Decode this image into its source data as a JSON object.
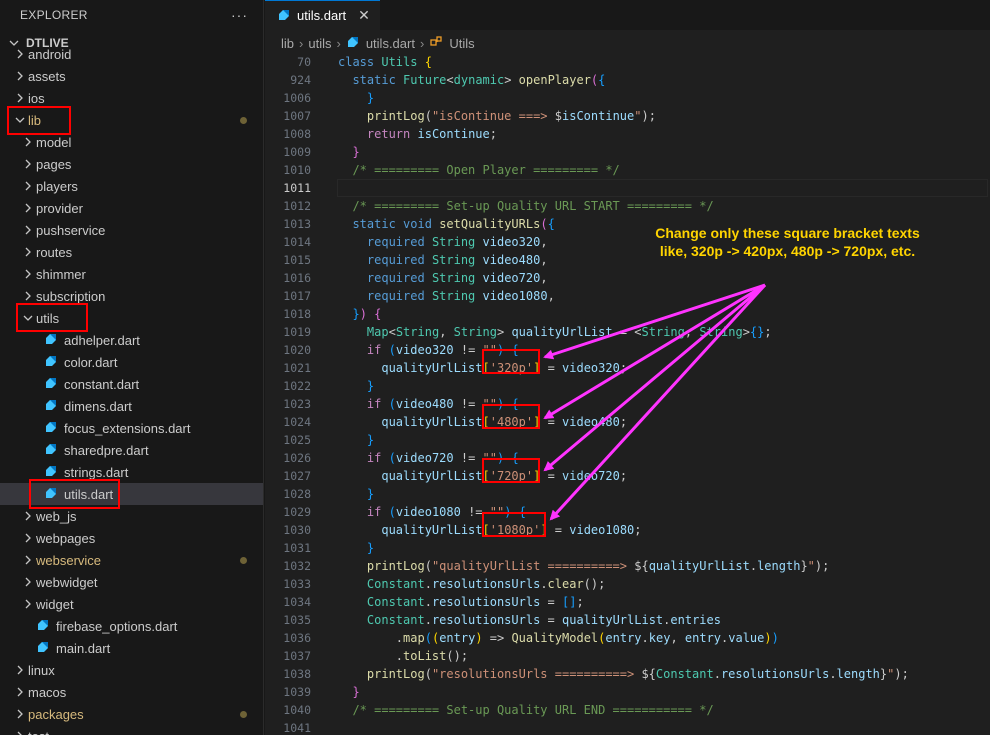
{
  "sidebar": {
    "title": "EXPLORER",
    "more": "···",
    "project": "DTLIVE",
    "items": [
      {
        "label": "android",
        "indent": 1,
        "type": "folder",
        "open": false
      },
      {
        "label": "assets",
        "indent": 1,
        "type": "folder",
        "open": false
      },
      {
        "label": "ios",
        "indent": 1,
        "type": "folder",
        "open": false
      },
      {
        "label": "lib",
        "indent": 1,
        "type": "folder",
        "open": true,
        "modified": true,
        "dot": true
      },
      {
        "label": "model",
        "indent": 2,
        "type": "folder",
        "open": false
      },
      {
        "label": "pages",
        "indent": 2,
        "type": "folder",
        "open": false
      },
      {
        "label": "players",
        "indent": 2,
        "type": "folder",
        "open": false
      },
      {
        "label": "provider",
        "indent": 2,
        "type": "folder",
        "open": false
      },
      {
        "label": "pushservice",
        "indent": 2,
        "type": "folder",
        "open": false
      },
      {
        "label": "routes",
        "indent": 2,
        "type": "folder",
        "open": false
      },
      {
        "label": "shimmer",
        "indent": 2,
        "type": "folder",
        "open": false
      },
      {
        "label": "subscription",
        "indent": 2,
        "type": "folder",
        "open": false
      },
      {
        "label": "utils",
        "indent": 2,
        "type": "folder",
        "open": true
      },
      {
        "label": "adhelper.dart",
        "indent": 3,
        "type": "dart"
      },
      {
        "label": "color.dart",
        "indent": 3,
        "type": "dart"
      },
      {
        "label": "constant.dart",
        "indent": 3,
        "type": "dart"
      },
      {
        "label": "dimens.dart",
        "indent": 3,
        "type": "dart"
      },
      {
        "label": "focus_extensions.dart",
        "indent": 3,
        "type": "dart"
      },
      {
        "label": "sharedpre.dart",
        "indent": 3,
        "type": "dart"
      },
      {
        "label": "strings.dart",
        "indent": 3,
        "type": "dart"
      },
      {
        "label": "utils.dart",
        "indent": 3,
        "type": "dart",
        "selected": true
      },
      {
        "label": "web_js",
        "indent": 2,
        "type": "folder",
        "open": false
      },
      {
        "label": "webpages",
        "indent": 2,
        "type": "folder",
        "open": false
      },
      {
        "label": "webservice",
        "indent": 2,
        "type": "folder",
        "open": false,
        "modified": true,
        "dot": true
      },
      {
        "label": "webwidget",
        "indent": 2,
        "type": "folder",
        "open": false
      },
      {
        "label": "widget",
        "indent": 2,
        "type": "folder",
        "open": false
      },
      {
        "label": "firebase_options.dart",
        "indent": 2,
        "type": "dart"
      },
      {
        "label": "main.dart",
        "indent": 2,
        "type": "dart"
      },
      {
        "label": "linux",
        "indent": 1,
        "type": "folder",
        "open": false
      },
      {
        "label": "macos",
        "indent": 1,
        "type": "folder",
        "open": false
      },
      {
        "label": "packages",
        "indent": 1,
        "type": "folder",
        "open": false,
        "modified": true,
        "dot": true
      },
      {
        "label": "test",
        "indent": 1,
        "type": "folder",
        "open": false
      }
    ]
  },
  "editor": {
    "tab": {
      "label": "utils.dart",
      "close": "✕"
    },
    "breadcrumb": [
      "lib",
      "utils",
      "utils.dart",
      "Utils"
    ],
    "sticky": [
      {
        "n": "70",
        "code": "<span class='kw'>class</span> <span class='ty'>Utils</span> <span class='br3'>{</span>"
      },
      {
        "n": "924",
        "code": "  <span class='kw'>static</span> <span class='ty'>Future</span>&lt;<span class='ty'>dynamic</span>&gt; <span class='fn'>openPlayer</span><span class='br'>(</span><span class='br2'>{</span>"
      }
    ],
    "lines": [
      {
        "n": "1006",
        "code": "    <span class='br2'>}</span>"
      },
      {
        "n": "1007",
        "code": "    <span class='fn'>printLog</span>(<span class='st'>\"isContinue ===&gt; </span>$<span class='va'>isContinue</span><span class='st'>\"</span>);"
      },
      {
        "n": "1008",
        "code": "    <span class='kw2'>return</span> <span class='va'>isContinue</span>;"
      },
      {
        "n": "1009",
        "code": "  <span class='br'>}</span>"
      },
      {
        "n": "1010",
        "code": "  <span class='cm'>/* ========= Open Player ========= */</span>"
      },
      {
        "n": "1011",
        "code": "",
        "current": true
      },
      {
        "n": "1012",
        "code": "  <span class='cm'>/* ========= Set-up Quality URL START ========= */</span>"
      },
      {
        "n": "1013",
        "code": "  <span class='kw'>static</span> <span class='kw'>void</span> <span class='fn'>setQualityURLs</span><span class='br'>(</span><span class='br2'>{</span>"
      },
      {
        "n": "1014",
        "code": "    <span class='kw'>required</span> <span class='ty'>String</span> <span class='va'>video320</span>,"
      },
      {
        "n": "1015",
        "code": "    <span class='kw'>required</span> <span class='ty'>String</span> <span class='va'>video480</span>,"
      },
      {
        "n": "1016",
        "code": "    <span class='kw'>required</span> <span class='ty'>String</span> <span class='va'>video720</span>,"
      },
      {
        "n": "1017",
        "code": "    <span class='kw'>required</span> <span class='ty'>String</span> <span class='va'>video1080</span>,"
      },
      {
        "n": "1018",
        "code": "  <span class='br2'>}</span><span class='br'>)</span> <span class='br'>{</span>"
      },
      {
        "n": "1019",
        "code": "    <span class='ty'>Map</span>&lt;<span class='ty'>String</span>, <span class='ty'>String</span>&gt; <span class='va'>qualityUrlList</span> = &lt;<span class='ty'>String</span>, <span class='ty'>String</span>&gt;<span class='br2'>{}</span>;"
      },
      {
        "n": "1020",
        "code": "    <span class='kw2'>if</span> <span class='br2'>(</span><span class='va'>video320</span> != <span class='st'>\"\"</span><span class='br2'>)</span> <span class='br2'>{</span>"
      },
      {
        "n": "1021",
        "code": "      <span class='va'>qualityUrlList</span><span class='br3'>[</span><span class='st'>'320p'</span><span class='br3'>]</span> = <span class='va'>video320</span>;"
      },
      {
        "n": "1022",
        "code": "    <span class='br2'>}</span>"
      },
      {
        "n": "1023",
        "code": "    <span class='kw2'>if</span> <span class='br2'>(</span><span class='va'>video480</span> != <span class='st'>\"\"</span><span class='br2'>)</span> <span class='br2'>{</span>"
      },
      {
        "n": "1024",
        "code": "      <span class='va'>qualityUrlList</span><span class='br3'>[</span><span class='st'>'480p'</span><span class='br3'>]</span> = <span class='va'>video480</span>;"
      },
      {
        "n": "1025",
        "code": "    <span class='br2'>}</span>"
      },
      {
        "n": "1026",
        "code": "    <span class='kw2'>if</span> <span class='br2'>(</span><span class='va'>video720</span> != <span class='st'>\"\"</span><span class='br2'>)</span> <span class='br2'>{</span>"
      },
      {
        "n": "1027",
        "code": "      <span class='va'>qualityUrlList</span><span class='br3'>[</span><span class='st'>'720p'</span><span class='br3'>]</span> = <span class='va'>video720</span>;"
      },
      {
        "n": "1028",
        "code": "    <span class='br2'>}</span>"
      },
      {
        "n": "1029",
        "code": "    <span class='kw2'>if</span> <span class='br2'>(</span><span class='va'>video1080</span> != <span class='st'>\"\"</span><span class='br2'>)</span> <span class='br2'>{</span>"
      },
      {
        "n": "1030",
        "code": "      <span class='va'>qualityUrlList</span><span class='br3'>[</span><span class='st'>'1080p'</span><span class='br3'>]</span> = <span class='va'>video1080</span>;"
      },
      {
        "n": "1031",
        "code": "    <span class='br2'>}</span>"
      },
      {
        "n": "1032",
        "code": "    <span class='fn'>printLog</span>(<span class='st'>\"qualityUrlList ==========&gt; </span>${<span class='va'>qualityUrlList</span>.<span class='va'>length</span>}<span class='st'>\"</span>);"
      },
      {
        "n": "1033",
        "code": "    <span class='ty'>Constant</span>.<span class='va'>resolutionsUrls</span>.<span class='fn'>clear</span>();"
      },
      {
        "n": "1034",
        "code": "    <span class='ty'>Constant</span>.<span class='va'>resolutionsUrls</span> = <span class='br2'>[]</span>;"
      },
      {
        "n": "1035",
        "code": "    <span class='ty'>Constant</span>.<span class='va'>resolutionsUrls</span> = <span class='va'>qualityUrlList</span>.<span class='va'>entries</span>"
      },
      {
        "n": "1036",
        "code": "        .<span class='fn'>map</span><span class='br2'>(</span><span class='br3'>(</span><span class='va'>entry</span><span class='br3'>)</span> =&gt; <span class='fn'>QualityModel</span><span class='br3'>(</span><span class='va'>entry</span>.<span class='va'>key</span>, <span class='va'>entry</span>.<span class='va'>value</span><span class='br3'>)</span><span class='br2'>)</span>"
      },
      {
        "n": "1037",
        "code": "        .<span class='fn'>toList</span>();"
      },
      {
        "n": "1038",
        "code": "    <span class='fn'>printLog</span>(<span class='st'>\"resolutionsUrls ==========&gt; </span>${<span class='ty'>Constant</span>.<span class='va'>resolutionsUrls</span>.<span class='va'>length</span>}<span class='st'>\"</span>);"
      },
      {
        "n": "1039",
        "code": "  <span class='br'>}</span>"
      },
      {
        "n": "1040",
        "code": "  <span class='cm'>/* ========= Set-up Quality URL END =========== */</span>"
      },
      {
        "n": "1041",
        "code": ""
      }
    ]
  },
  "annotation": {
    "text": "Change only these square bracket texts like, 320p -> 420px, 480p -> 720px, etc.",
    "color": "#ffd400",
    "arrow_color": "#ff33ff",
    "box_color": "#ff0000"
  }
}
